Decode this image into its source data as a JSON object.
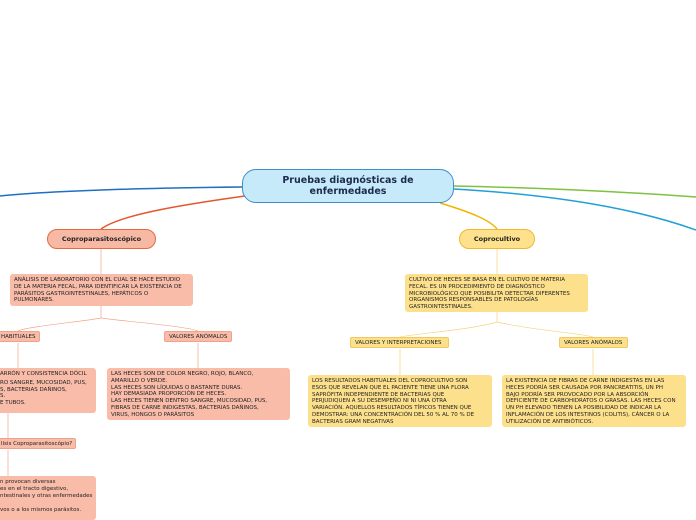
{
  "map": {
    "root": "Pruebas diagnósticas de enfermedades",
    "left_topic": {
      "title": "Coproparasitoscópico",
      "definition": [
        "ANÁLISIS DE LABORATORIO CON EL CUAL SE HACE ESTUDIO",
        "DE LA MATERIA FECAL, PARA IDENTIFICAR LA EXISTENCIA DE",
        "PARÁSITOS GASTROINTESTINALES, HEPÁTICOS O",
        "PULMONARES."
      ],
      "normal_label": "HABITUALES",
      "normal_text": [
        "ARRÓN Y CONSISTENCIA DÓCIL",
        "",
        "RO SANGRE, MUCOSIDAD, PUS,",
        "S, BACTERIAS DAÑINOS,",
        "S.",
        "E TUBOS."
      ],
      "abnormal_label": "VALORES ANÓMALOS",
      "abnormal_text": [
        "LAS HECES SON DE COLOR NEGRO, ROJO, BLANCO,",
        "AMARILLO O VERDE.",
        "LAS HECES SON LÍQUIDAS O BASTANTE DURAS.",
        "HAY DEMASIADA PROPORCIÓN DE HECES.",
        "LAS HECES TIENEN DENTRO SANGRE, MUCOSIDAD, PUS,",
        "FIBRAS DE CARNE INDIGESTAS, BACTERIAS DAÑINOS,",
        "VIRUS, HONGOS O PARÁSITOS"
      ],
      "question": "lisis Coproparasitoscópio?",
      "answer": [
        "n provocan diversas",
        "es en el tracto digestivo,",
        "ntestinales y otras enfermedades",
        "",
        "",
        "vos o a los mismos parásitos."
      ]
    },
    "right_topic": {
      "title": "Coprocultivo",
      "definition": [
        "CULTIVO DE HECES SE BASA EN EL CULTIVO DE MATERIA",
        "FECAL. ES UN PROCEDIMIENTO DE DIAGNÓSTICO",
        "MICROBIOLÓGICO QUE POSIBILITA DETECTAR DIFERENTES",
        "ORGANISMOS RESPONSABLES DE PATOLOGÍAS",
        "GASTROINTESTINALES."
      ],
      "normal_label": "VALORES Y INTERPRETACIONES",
      "normal_text": [
        "LOS RESULTADOS HABITUALES DEL COPROCULTIVO SON",
        "ESOS QUE REVELAN QUE EL PACIENTE TIENE UNA FLORA",
        "SAPRÓFITA INDEPENDIENTE DE BACTERIAS QUE",
        "PERJUDIQUEN A SU DESEMPEÑO NI NI UNA OTRA",
        "VARIACIÓN. AQUELLOS RESULTADOS TÍPICOS TIENEN QUE",
        "DEMOSTRAR: UNA CONCENTRACIÓN DEL 50 % AL 70 % DE",
        "BACTERIAS GRAM NEGATIVAS"
      ],
      "abnormal_label": "VALORES ANÓMALOS",
      "abnormal_text": [
        "LA EXISTENCIA DE FIBRAS DE CARNE INDIGESTAS EN LAS",
        "HECES PODRÍA SER CAUSADA POR PANCREATITIS, UN PH",
        "BAJO PODRÍA SER PROVOCADO POR LA ABSORCIÓN",
        "DEFICIENTE DE CARBOHIDRATOS O GRASAS. LAS HECES CON",
        "UN PH ELEVADO TIENEN LA POSIBILIDAD DE INDICAR LA",
        "INFLAMACIÓN DE LOS INTESTINOS (COLITIS), CÁNCER O LA",
        "UTILIZACIÓN DE ANTIBIÓTICOS."
      ]
    }
  },
  "colors": {
    "root_fill": "#c6eaf9",
    "root_border": "#3f8fc7",
    "left_branch": "#e4572e",
    "right_branch": "#f0b400",
    "left_fill": "#f9bca9",
    "right_fill": "#fde08c",
    "offscreen_blue": "#1f6fc0",
    "offscreen_green": "#7dc242",
    "offscreen_cyan": "#21a0d6"
  }
}
